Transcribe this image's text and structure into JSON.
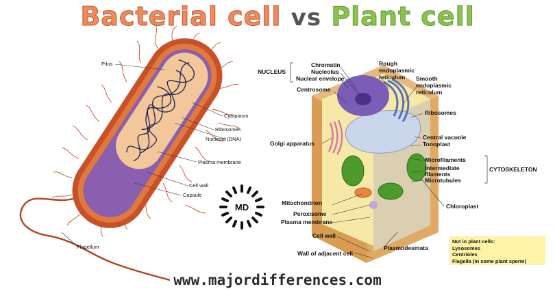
{
  "title": {
    "part1": "Bacterial cell",
    "vs": "vs",
    "part2": "Plant cell"
  },
  "logo": "MD",
  "website": "www.majordifferences.com",
  "bacterial_labels": {
    "pilus": "Pilus",
    "cytoplasm": "Cytoplasm",
    "ribosomes": "Ribosomes",
    "nucleoid": "Nucleoid (DNA)",
    "plasma_membrane": "Plasma membrane",
    "cell_wall": "Cell wall",
    "capsule": "Capsule",
    "flagellum": "Flagellum"
  },
  "plant_labels": {
    "nucleus": "NUCLEUS",
    "chromatin": "Chromatin",
    "nucleolus": "Nucleolus",
    "nuclear_envelope": "Nuclear envelope",
    "rough_er_1": "Rough",
    "rough_er_2": "endoplasmic",
    "rough_er_3": "reticulum",
    "smooth_er_1": "Smooth",
    "smooth_er_2": "endoplasmic",
    "smooth_er_3": "reticulum",
    "centrosome": "Centrosome",
    "ribosomes": "Ribosomes",
    "golgi": "Golgi apparatus",
    "central_vacuole": "Central vacuole",
    "tonoplast": "Tonoplast",
    "microfilaments": "Microfilaments",
    "intermediate_1": "Intermediate",
    "intermediate_2": "filaments",
    "microtubules": "Microtubules",
    "cytoskeleton": "CYTOSKELETON",
    "mitochondrion": "Mitochondrion",
    "peroxisome": "Peroxisome",
    "plasma_membrane": "Plasma membrane",
    "chloroplast": "Chloroplast",
    "cell_wall": "Cell wall",
    "plasmodesmata": "Plasmodesmata",
    "wall_adjacent": "Wall of adjacent cell"
  },
  "note": {
    "heading": "Not in plant cells:",
    "items": [
      "Lysosomes",
      "Centrioles",
      "Flagella (in some plant sperm)"
    ]
  }
}
